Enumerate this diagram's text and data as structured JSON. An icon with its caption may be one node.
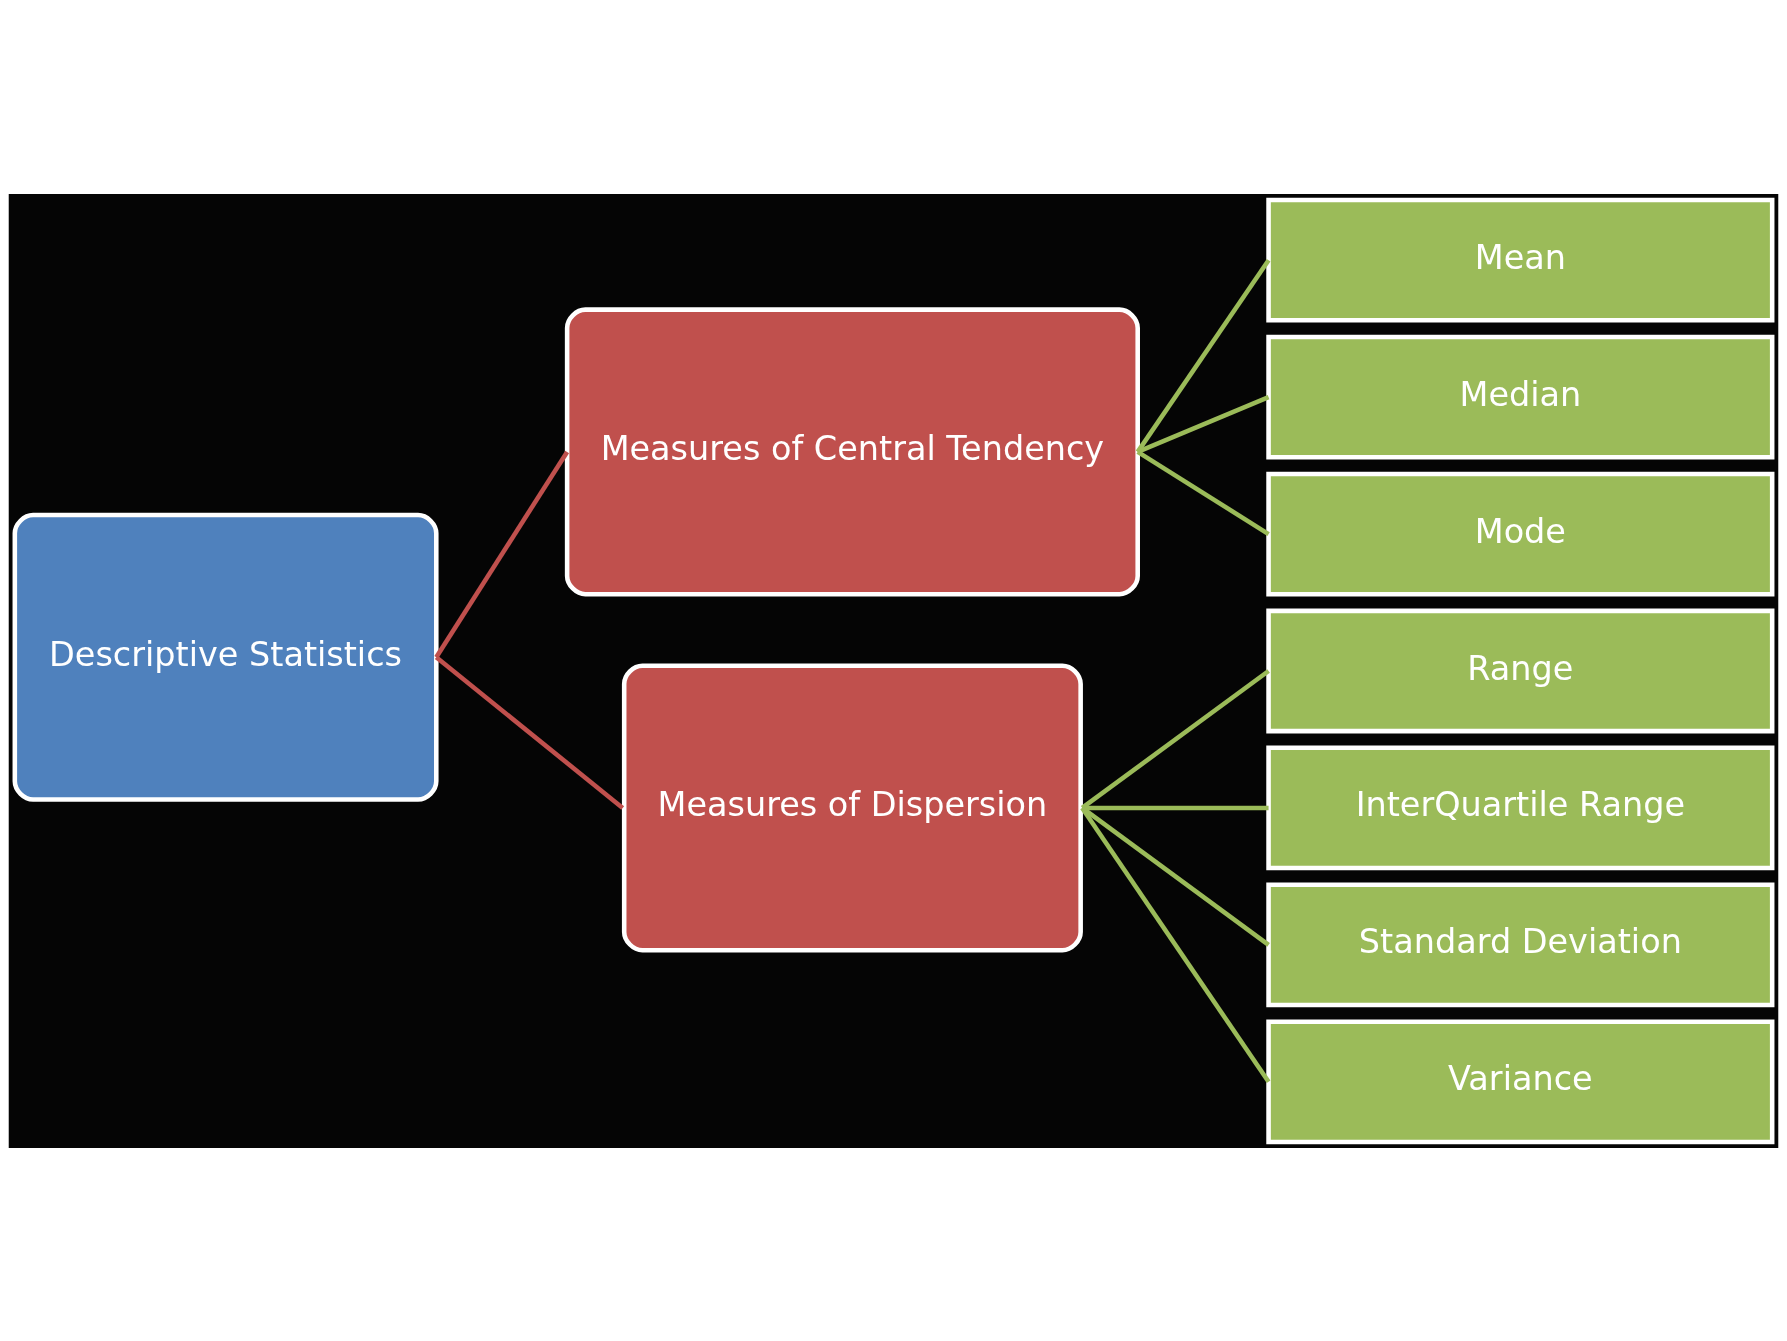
{
  "diagram": {
    "nodes": [
      {
        "text": [
          "Descriptive Statistics"
        ]
      },
      {
        "text": [
          "Measures of Central Tendency"
        ]
      },
      {
        "text": [
          "Measures of Dispersion"
        ]
      },
      {
        "text": [
          "Mean"
        ]
      },
      {
        "text": [
          "Median"
        ]
      },
      {
        "text": [
          "Mode"
        ]
      },
      {
        "text": [
          "Range"
        ]
      },
      {
        "text": [
          "InterQuartile Range"
        ]
      },
      {
        "text": [
          "Standard Deviation"
        ]
      },
      {
        "text": [
          "Variance"
        ]
      }
    ],
    "edges": [
      {
        "from": 0,
        "to": 1,
        "arrow": "none",
        "color": "#c0504d"
      },
      {
        "from": 0,
        "to": 2,
        "arrow": "none",
        "color": "#c0504d"
      },
      {
        "from": 1,
        "to": 3,
        "arrow": "none"
      },
      {
        "from": 1,
        "to": 4,
        "arrow": "none"
      },
      {
        "from": 1,
        "to": 5,
        "arrow": "none"
      },
      {
        "from": 2,
        "to": 6,
        "arrow": "none"
      },
      {
        "from": 2,
        "to": 7,
        "arrow": "none"
      },
      {
        "from": 2,
        "to": 8,
        "arrow": "none"
      },
      {
        "from": 2,
        "to": 9,
        "arrow": "none"
      }
    ]
  }
}
